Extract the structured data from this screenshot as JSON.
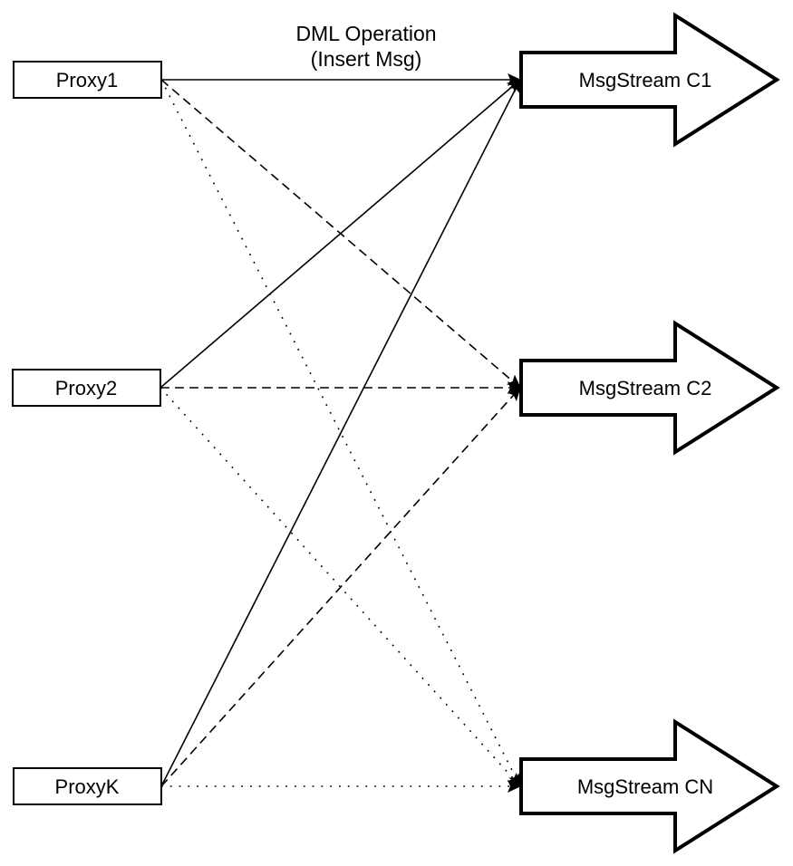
{
  "diagram": {
    "title": {
      "line1": "DML Operation",
      "line2": "(Insert Msg)"
    },
    "proxies": [
      {
        "id": "proxy1",
        "label": "Proxy1"
      },
      {
        "id": "proxy2",
        "label": "Proxy2"
      },
      {
        "id": "proxyk",
        "label": "ProxyK"
      }
    ],
    "streams": [
      {
        "id": "c1",
        "label": "MsgStream C1"
      },
      {
        "id": "c2",
        "label": "MsgStream C2"
      },
      {
        "id": "cn",
        "label": "MsgStream CN"
      }
    ],
    "edges": [
      {
        "from": "proxy1",
        "to": "c1",
        "style": "solid"
      },
      {
        "from": "proxy1",
        "to": "c2",
        "style": "dashed"
      },
      {
        "from": "proxy1",
        "to": "cn",
        "style": "dotted"
      },
      {
        "from": "proxy2",
        "to": "c1",
        "style": "solid"
      },
      {
        "from": "proxy2",
        "to": "c2",
        "style": "dashed"
      },
      {
        "from": "proxy2",
        "to": "cn",
        "style": "dotted"
      },
      {
        "from": "proxyk",
        "to": "c1",
        "style": "solid"
      },
      {
        "from": "proxyk",
        "to": "c2",
        "style": "dashed"
      },
      {
        "from": "proxyk",
        "to": "cn",
        "style": "dotted"
      }
    ],
    "colors": {
      "stroke": "#000000",
      "shape_fill": "#ffffff",
      "background": "#ffffff",
      "text": "#000000"
    }
  }
}
